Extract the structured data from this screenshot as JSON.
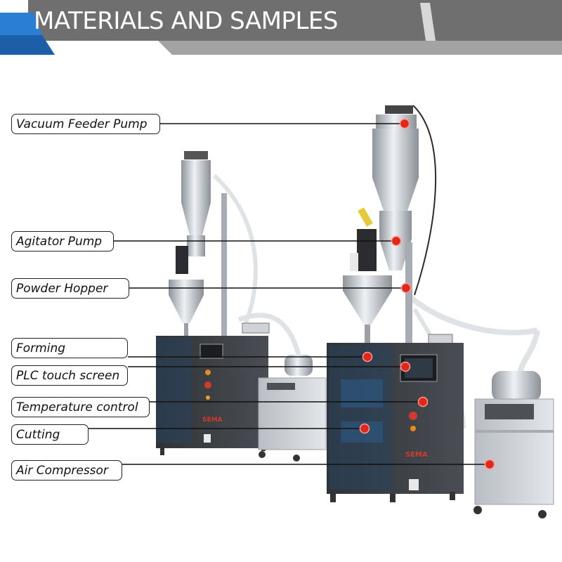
{
  "header": {
    "title": "MATERIALS AND SAMPLES"
  },
  "callouts": [
    {
      "label": "Vacuum Feeder Pump"
    },
    {
      "label": "Agitator Pump"
    },
    {
      "label": "Powder Hopper"
    },
    {
      "label": "Forming"
    },
    {
      "label": "PLC touch screen"
    },
    {
      "label": "Temperature control"
    },
    {
      "label": "Cutting"
    },
    {
      "label": "Air Compressor"
    }
  ],
  "machine_badges": {
    "left": "SEMA",
    "right": "SEMA"
  },
  "colors": {
    "banner_dark": "#6a6a6a",
    "banner_light": "#9a9a9a",
    "banner_accent": "#2a7fd4",
    "marker": "#e3261d",
    "machine_panel": "#3c3f44",
    "steel": "#c9ced3"
  }
}
